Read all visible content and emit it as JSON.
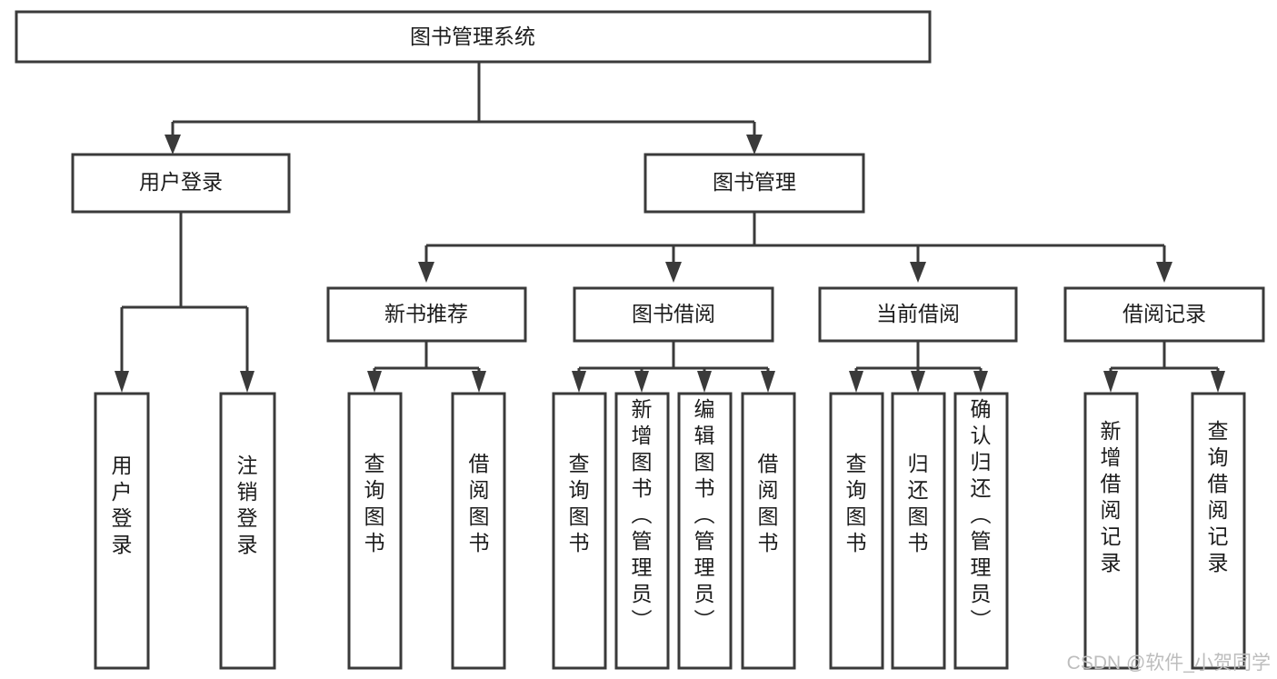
{
  "diagram": {
    "title": "图书管理系统",
    "type": "tree",
    "orientation": "top-down",
    "colors": {
      "box_stroke": "#3a3a3a",
      "box_fill": "#ffffff",
      "connector": "#3a3a3a",
      "text": "#1c1c1c",
      "watermark": "#bdbdbd",
      "background": "#ffffff"
    },
    "root": {
      "label": "图书管理系统"
    },
    "level2": [
      {
        "label": "用户登录"
      },
      {
        "label": "图书管理"
      }
    ],
    "level3": [
      {
        "label": "新书推荐"
      },
      {
        "label": "图书借阅"
      },
      {
        "label": "当前借阅"
      },
      {
        "label": "借阅记录"
      }
    ],
    "leaves": {
      "user_login": [
        {
          "label": "用户登录"
        },
        {
          "label": "注销登录"
        }
      ],
      "new_book_recommend": [
        {
          "label": "查询图书"
        },
        {
          "label": "借阅图书"
        }
      ],
      "book_borrow": [
        {
          "label": "查询图书"
        },
        {
          "label": "新增图书（管理员）"
        },
        {
          "label": "编辑图书（管理员）"
        },
        {
          "label": "借阅图书"
        }
      ],
      "current_borrow": [
        {
          "label": "查询图书"
        },
        {
          "label": "归还图书"
        },
        {
          "label": "确认归还（管理员）"
        }
      ],
      "borrow_record": [
        {
          "label": "新增借阅记录"
        },
        {
          "label": "查询借阅记录"
        }
      ]
    }
  },
  "watermark": {
    "text": "CSDN @软件_小贺同学"
  }
}
